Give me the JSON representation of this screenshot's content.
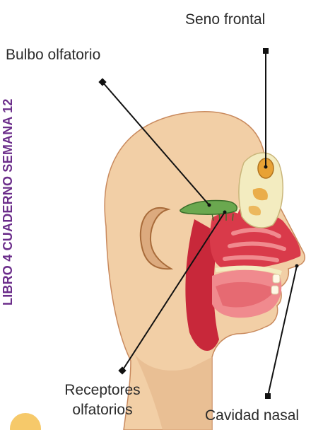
{
  "side_banner": "LIBRO 4 CUADERNO SEMANA 12",
  "labels": {
    "seno_frontal": "Seno frontal",
    "bulbo_olfatorio": "Bulbo olfatorio",
    "receptores_line1": "Receptores",
    "receptores_line2": "olfatorios",
    "cavidad_nasal": "Cavidad nasal"
  },
  "colors": {
    "banner": "#6b2d8a",
    "skin": "#f2cfa6",
    "skin_shadow": "#dcaa7e",
    "ear": "#c99160",
    "cavity_red": "#d93a4a",
    "cavity_pink": "#f08a8e",
    "sinus_bone": "#f3ecc0",
    "sinus_orange": "#e8a235",
    "bulb_green": "#6aa84f",
    "leader_line": "#111111"
  }
}
